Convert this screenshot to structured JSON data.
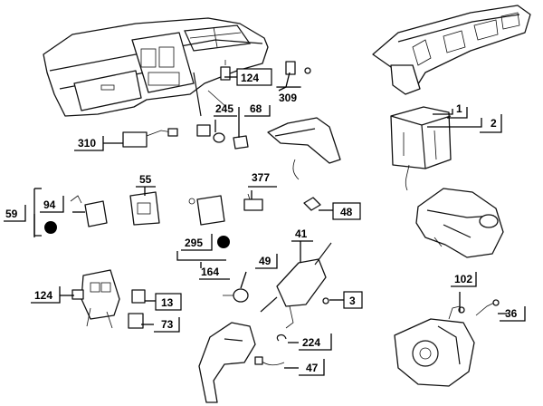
{
  "callouts": {
    "c124a": "124",
    "c309": "309",
    "c1": "1",
    "c2": "2",
    "c245": "245",
    "c68": "68",
    "c310": "310",
    "c55": "55",
    "c377": "377",
    "c94": "94",
    "c59": "59",
    "c48": "48",
    "c41": "41",
    "c295": "295",
    "c164": "164",
    "c49": "49",
    "c102": "102",
    "c124b": "124",
    "c13": "13",
    "c3": "3",
    "c36": "36",
    "c73": "73",
    "c224": "224",
    "c47": "47"
  }
}
